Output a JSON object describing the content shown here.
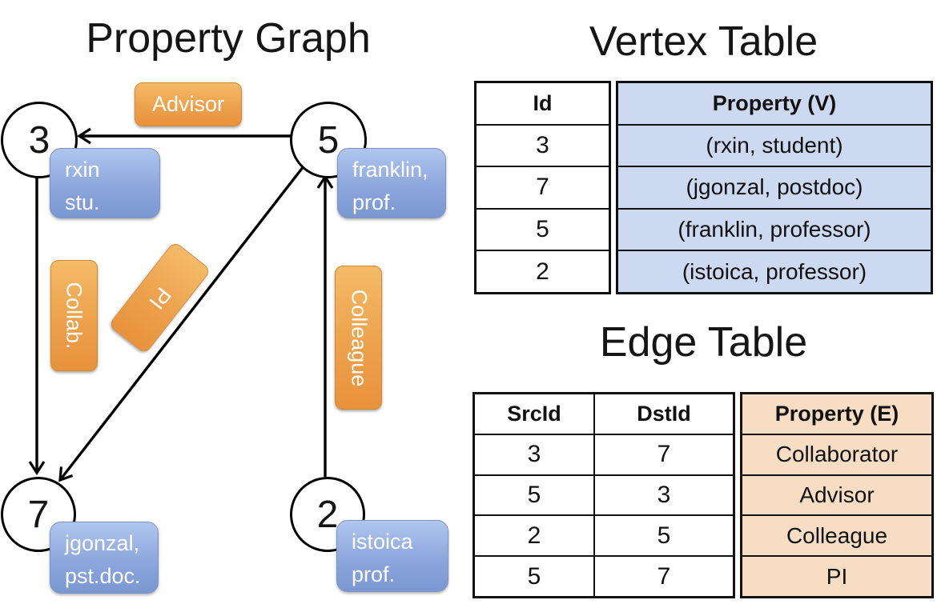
{
  "colors": {
    "edge_label_orange": "#eda14c",
    "vertex_label_blue": "#8ca7dd",
    "vertex_table_fill": "#ccd9f1",
    "edge_table_fill": "#f6ddc3",
    "line_black": "#000000"
  },
  "diagram": {
    "title": "Property Graph",
    "nodes": [
      {
        "id": "3",
        "prop_line1": "rxin",
        "prop_line2": "stu."
      },
      {
        "id": "5",
        "prop_line1": "franklin,",
        "prop_line2": "prof."
      },
      {
        "id": "7",
        "prop_line1": "jgonzal,",
        "prop_line2": "pst.doc."
      },
      {
        "id": "2",
        "prop_line1": "istoica",
        "prop_line2": "prof."
      }
    ],
    "edge_labels": {
      "advisor": "Advisor",
      "collab": "Collab.",
      "pi": "PI",
      "colleague": "Colleague"
    }
  },
  "vertex_table": {
    "title": "Vertex Table",
    "columns": {
      "id": "Id",
      "property": "Property (V)"
    },
    "rows": [
      {
        "id": "3",
        "property": "(rxin, student)"
      },
      {
        "id": "7",
        "property": "(jgonzal, postdoc)"
      },
      {
        "id": "5",
        "property": "(franklin, professor)"
      },
      {
        "id": "2",
        "property": "(istoica, professor)"
      }
    ]
  },
  "edge_table": {
    "title": "Edge Table",
    "columns": {
      "src": "SrcId",
      "dst": "DstId",
      "property": "Property (E)"
    },
    "rows": [
      {
        "src": "3",
        "dst": "7",
        "property": "Collaborator"
      },
      {
        "src": "5",
        "dst": "3",
        "property": "Advisor"
      },
      {
        "src": "2",
        "dst": "5",
        "property": "Colleague"
      },
      {
        "src": "5",
        "dst": "7",
        "property": "PI"
      }
    ]
  }
}
